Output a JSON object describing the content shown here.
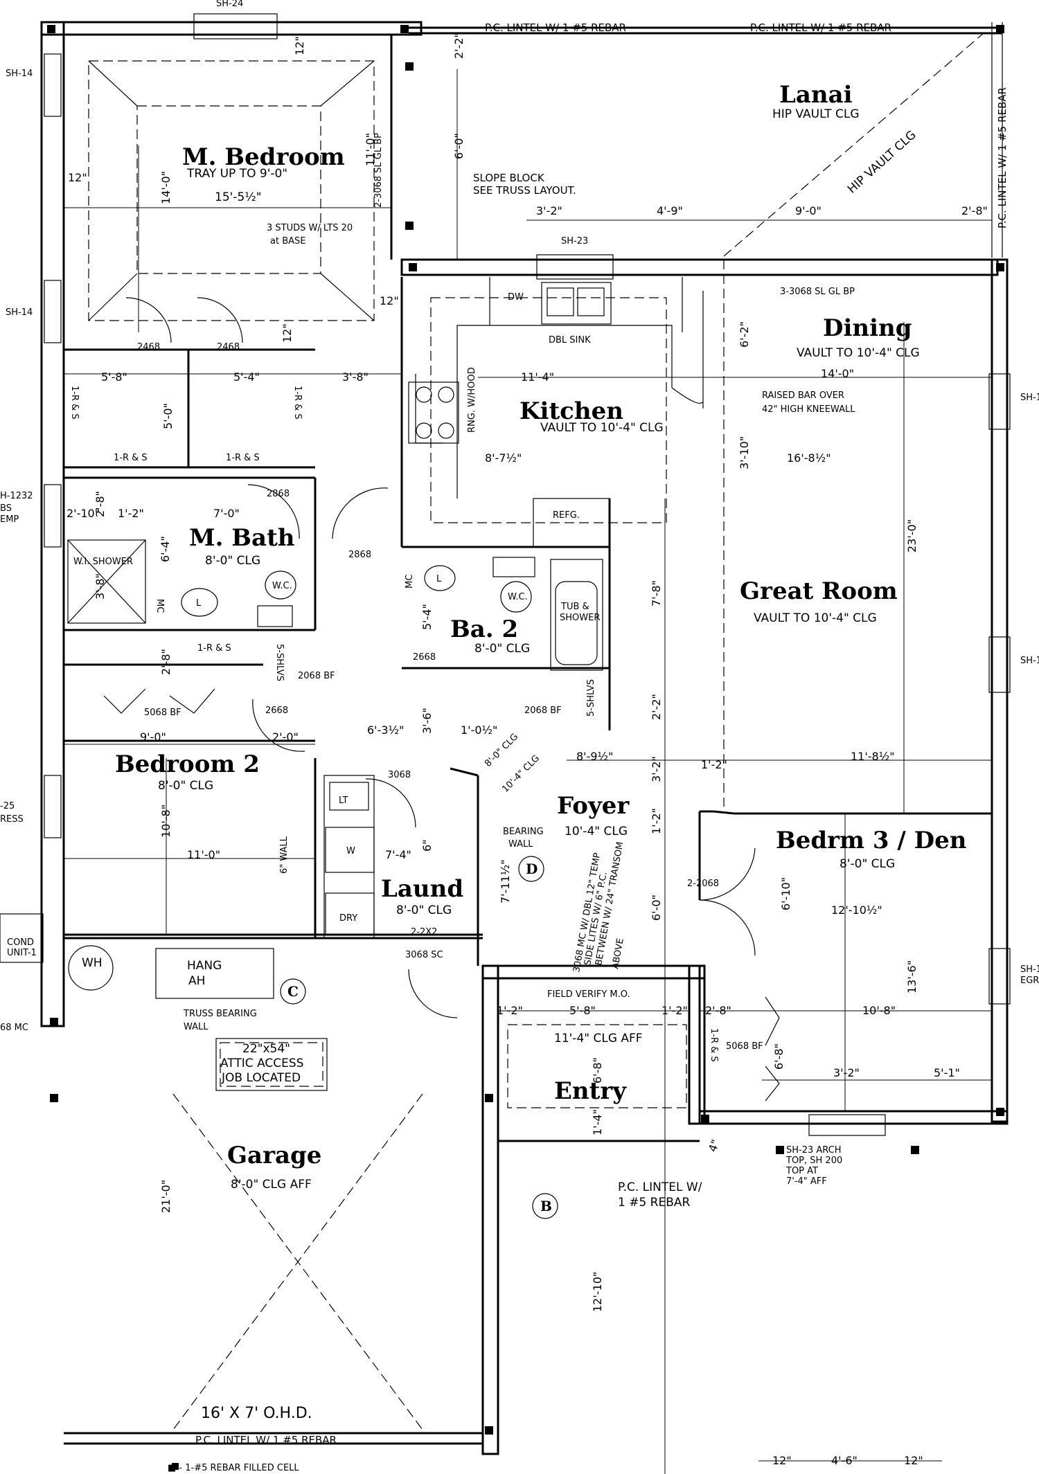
{
  "rooms": {
    "master_bedroom": {
      "name": "M. Bedroom",
      "ceiling": "TRAY UP TO 9'-0\"",
      "dim": "15'-5½\""
    },
    "lanai": {
      "name": "Lanai",
      "ceiling": "HIP VAULT CLG",
      "hip_label": "HIP VAULT CLG"
    },
    "kitchen": {
      "name": "Kitchen",
      "ceiling": "VAULT TO 10'-4\" CLG"
    },
    "dining": {
      "name": "Dining",
      "ceiling": "VAULT TO 10'-4\" CLG",
      "dim": "14'-0\""
    },
    "master_bath": {
      "name": "M. Bath",
      "ceiling": "8'-0\" CLG"
    },
    "great_room": {
      "name": "Great Room",
      "ceiling": "VAULT TO 10'-4\" CLG"
    },
    "bath_2": {
      "name": "Ba. 2",
      "ceiling": "8'-0\" CLG"
    },
    "bedroom_2": {
      "name": "Bedroom 2",
      "ceiling": "8'-0\" CLG"
    },
    "foyer": {
      "name": "Foyer",
      "ceiling": "10'-4\" CLG"
    },
    "bedroom_3": {
      "name": "Bedrm 3 / Den",
      "ceiling": "8'-0\" CLG"
    },
    "laundry": {
      "name": "Laund",
      "ceiling": "8'-0\" CLG"
    },
    "entry": {
      "name": "Entry",
      "ceiling": "11'-4\" CLG AFF"
    },
    "garage": {
      "name": "Garage",
      "ceiling": "8'-0\" CLG AFF"
    }
  },
  "notes": {
    "pc_lintel_top_1": "P.C. LINTEL W/ 1 #5 REBAR",
    "pc_lintel_top_2": "P.C. LINTEL W/ 1 #5 REBAR",
    "pc_lintel_right": "P.C. LINTEL W/ 1 #5 REBAR",
    "pc_lintel_garage": "P.C. LINTEL W/ 1 #5 REBAR",
    "slope_block_1": "SLOPE BLOCK",
    "slope_block_2": "SEE TRUSS LAYOUT.",
    "studs_1": "3 STUDS W/ LTS 20",
    "studs_2": "at BASE",
    "slider_mbr": "2-3068 SL GL BP",
    "slider_dining": "3-3068 SL GL BP",
    "raised_bar_1": "RAISED BAR OVER",
    "raised_bar_2": "42\" HIGH KNEEWALL",
    "dw": "DW",
    "dbl_sink": "DBL SINK",
    "rng_hood": "RNG. W/HOOD",
    "refg": "REFG.",
    "wi_shower": "W.I. SHOWER",
    "wc_1": "W.C.",
    "wc_2": "W.C.",
    "tub_shower_1": "TUB &",
    "tub_shower_2": "SHOWER",
    "lav_1": "L",
    "lav_2": "L",
    "mc_1": "MC",
    "mc_2": "MC",
    "shelves_1": "5-SHLVS",
    "shelves_2": "5-SHLVS",
    "closet_rs_1": "1-R & S",
    "closet_rs_2": "1-R & S",
    "closet_rs_3": "1-R & S",
    "closet_rs_4": "1-R & S",
    "closet_rs_5": "1-R & S",
    "closet_rs_6": "1-R & S",
    "door_2468_a": "2468",
    "door_2468_b": "2468",
    "door_2868_a": "2868",
    "door_2868_b": "2868",
    "door_2668_a": "2668",
    "door_2668_b": "2668",
    "door_2068bf_a": "2068 BF",
    "door_2068bf_b": "2068 BF",
    "door_5068bf_a": "5068 BF",
    "door_5068bf_b": "5068 BF",
    "door_3068": "3068",
    "door_3068sc": "3068 SC",
    "door_2_2068": "2-2068",
    "lt": "LT",
    "washer": "W",
    "dryer": "DRY",
    "wall_6": "6\" WALL",
    "wall_2x2": "2-2X2",
    "bearing_wall_1": "BEARING",
    "bearing_wall_2": "WALL",
    "truss_bearing_1": "TRUSS BEARING",
    "truss_bearing_2": "WALL",
    "ceiling_8": "8'-0\" CLG",
    "ceiling_10": "10'-4\" CLG",
    "entry_door_1": "3068 MC W/ DBL 12\" TEMP",
    "entry_door_2": "SIDE LITES W/ 6\" P.C.",
    "entry_door_3": "BETWEEN W/ 24\" TRANSOM",
    "entry_door_4": "ABOVE",
    "field_verify": "FIELD VERIFY M.O.",
    "wh": "WH",
    "hang_ah_1": "HANG",
    "hang_ah_2": "AH",
    "attic_1": "22\"x54\"",
    "attic_2": "ATTIC ACCESS",
    "attic_3": "JOB LOCATED",
    "cond_1": "COND",
    "cond_2": "UNIT-1",
    "ohd": "16' X 7' O.H.D.",
    "pc_lintel_entry_1": "P.C. LINTEL W/",
    "pc_lintel_entry_2": "1 #5 REBAR",
    "arch_1": "SH-23 ARCH",
    "arch_2": "TOP, SH 200",
    "arch_3": "TOP AT",
    "arch_4": "7'-4\" AFF",
    "legend": "■ - 1-#5 REBAR FILLED CELL",
    "mc_left": "68 MC",
    "egr": "EGR",
    "ress": "RESS",
    "bs": "BS",
    "emp": "EMP"
  },
  "windows": {
    "sh24": "SH-24",
    "sh14_a": "SH-14",
    "sh14_b": "SH-14",
    "sh23": "SH-23",
    "sh1232": "H-1232",
    "sh25": "-25",
    "sh_r1": "SH-1",
    "sh_r2": "SH-1",
    "sh_r3": "SH-1"
  },
  "callouts": {
    "b": "B",
    "c": "C",
    "d": "D"
  },
  "dims": {
    "d_12_mbr": "12\"",
    "d_2_2": "2'-2\"",
    "d_6_0_lanai": "6'-0\"",
    "d_11_0": "11'-0\"",
    "d_14_0": "14'-0\"",
    "d_12_left": "12\"",
    "d_12_hall": "12\"",
    "d_12_bath": "12\"",
    "d_3_2": "3'-2\"",
    "d_4_9": "4'-9\"",
    "d_9_0": "9'-0\"",
    "d_2_8_lanai": "2'-8\"",
    "d_5_8": "5'-8\"",
    "d_5_4": "5'-4\"",
    "d_3_8": "3'-8\"",
    "d_5_0": "5'-0\"",
    "d_11_4": "11'-4\"",
    "d_6_2": "6'-2\"",
    "d_8_7": "8'-7½\"",
    "d_3_10": "3'-10\"",
    "d_16_8": "16'-8½\"",
    "d_23_0": "23'-0\"",
    "d_2_10": "2'-10\"",
    "d_2_8_bath": "2'-8\"",
    "d_1_2": "1'-2\"",
    "d_7_0": "7'-0\"",
    "d_6_4": "6'-4\"",
    "d_3_8_shower": "3'-8\"",
    "d_7_8": "7'-8\"",
    "d_5_4_ba2": "5'-4\"",
    "d_2_8_closet": "2'-8\"",
    "d_2_2_b": "2'-2\"",
    "d_9_0_bed2": "9'-0\"",
    "d_2_0": "2'-0\"",
    "d_6_3": "6'-3½\"",
    "d_3_6": "3'-6\"",
    "d_1_0": "1'-0½\"",
    "d_8_0_clg": "8'-0\" CLG",
    "d_10_4_clg": "10'-4\" CLG",
    "d_8_9": "8'-9½\"",
    "d_3_2_foyer": "3'-2\"",
    "d_1_2_foyer": "1'-2\"",
    "d_11_8": "11'-8½\"",
    "d_10_8": "10'-8\"",
    "d_11_0_bed2": "11'-0\"",
    "d_7_4": "7'-4\"",
    "d_6_in": "6\"",
    "d_7_11": "7'-11½\"",
    "d_1_2_b": "1'-2\"",
    "d_6_10": "6'-10\"",
    "d_12_10": "12'-10½\"",
    "d_6_0_foyer": "6'-0\"",
    "d_13_6": "13'-6\"",
    "d_1_2_entry": "1'-2\"",
    "d_5_8_entry": "5'-8\"",
    "d_1_2_entry2": "1'-2\"",
    "d_2_8_entry": "2'-8\"",
    "d_10_8_bed3": "10'-8\"",
    "d_6_8": "6'-8\"",
    "d_1_4": "1'-4\"",
    "d_6_8_bed3": "6'-8\"",
    "d_3_2_bed3": "3'-2\"",
    "d_5_1": "5'-1\"",
    "d_4_in": "4\"",
    "d_21_0": "21'-0\"",
    "d_12_10_b": "12'-10\"",
    "d_12_bot1": "12\"",
    "d_4_6": "4'-6\"",
    "d_12_bot2": "12\""
  }
}
